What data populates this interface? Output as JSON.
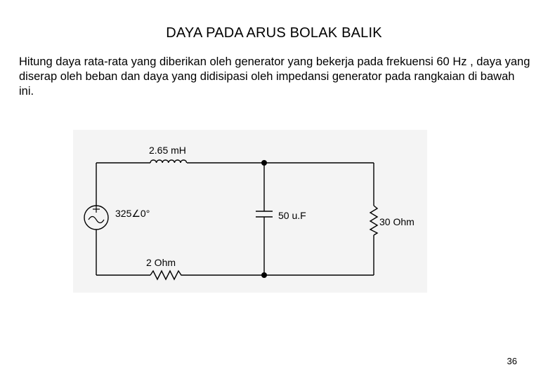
{
  "slide": {
    "title": "DAYA PADA ARUS BOLAK BALIK",
    "paragraph": "Hitung daya rata-rata yang diberikan oleh generator yang bekerja pada frekuensi 60 Hz , daya yang diserap oleh beban dan daya yang didisipasi oleh impedansi generator pada rangkaian di bawah ini.",
    "page_number": "36"
  },
  "circuit": {
    "inductor_label": "2.65 mH",
    "source_label": "325∠0°",
    "capacitor_label": "50 u.F",
    "load_resistor_label": "30  Ohm",
    "source_resistor_label": "2  Ohm",
    "background_color": "#f4f4f4"
  }
}
